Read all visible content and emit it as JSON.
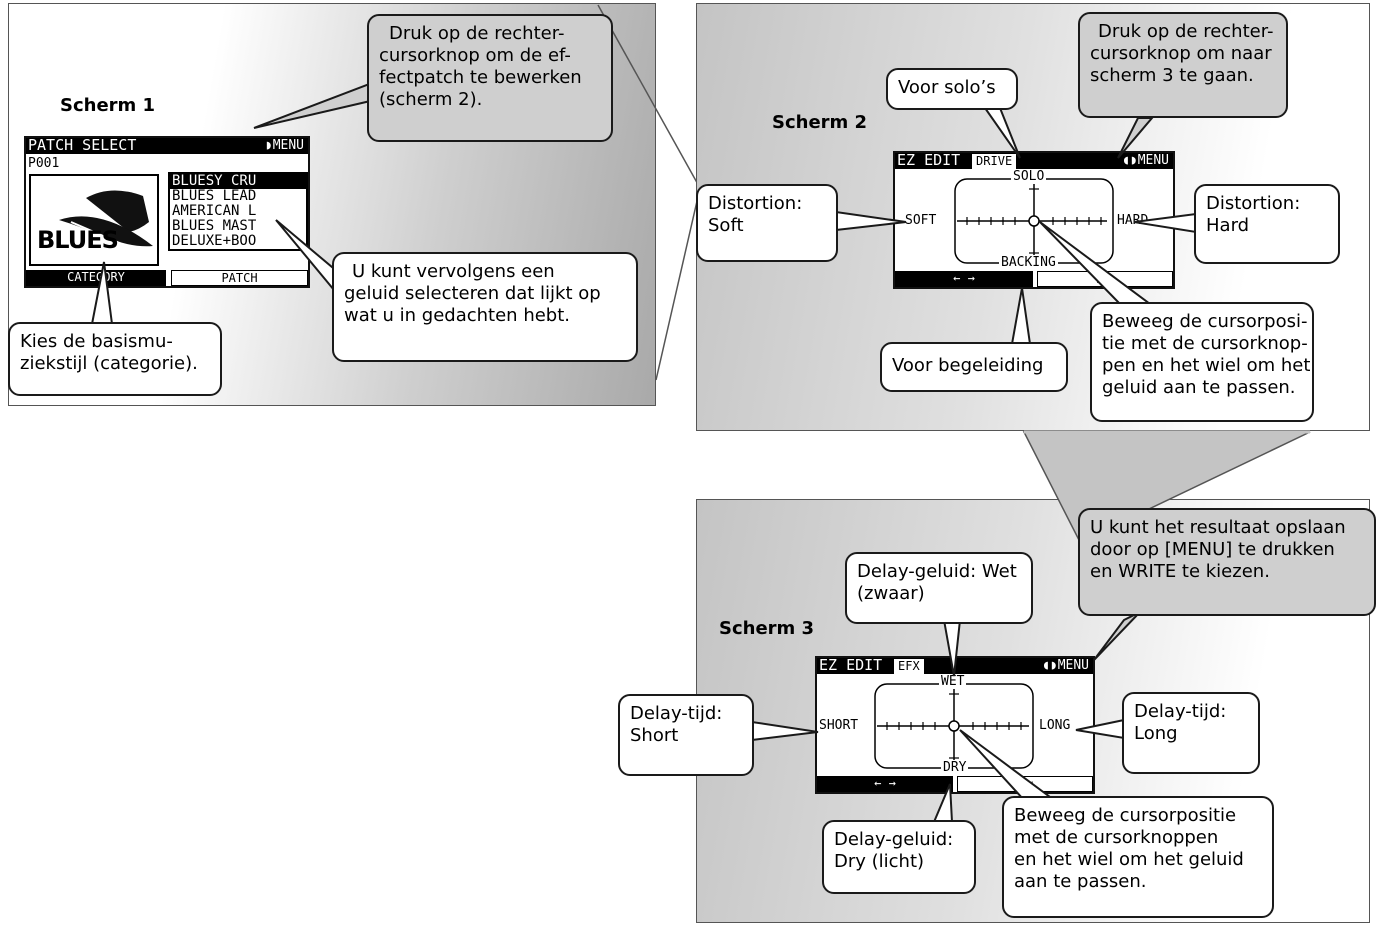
{
  "screen1": {
    "title": "Scherm 1",
    "lcd": {
      "header_left": "PATCH SELECT",
      "header_right": "MENU",
      "patch_no": "P001",
      "logo_text": "BLUES",
      "patches": [
        "BLUESY CRU",
        "BLUES LEAD",
        "AMERICAN L",
        "BLUES MAST",
        "DELUXE+BOO"
      ],
      "footer_left": "CATEGORY",
      "footer_right": "PATCH"
    },
    "callout_top": [
      "Druk op de rechter-",
      "cursorknop om de ef-",
      "fectpatch te bewerken",
      "(scherm 2)."
    ],
    "callout_list": [
      "U kunt vervolgens een",
      "geluid selecteren dat lijkt op",
      "wat u in gedachten hebt."
    ],
    "callout_category": [
      "Kies de basismu-",
      "ziekstijl (categorie)."
    ]
  },
  "screen2": {
    "title": "Scherm 2",
    "lcd": {
      "header_left": "EZ EDIT",
      "header_tab": "DRIVE",
      "header_right": "MENU",
      "label_top": "SOLO",
      "label_bottom": "BACKING",
      "label_left": "SOFT",
      "label_right": "HARD",
      "footer_left": "← →",
      "footer_right": "↑ ↓"
    },
    "callout_next": [
      "Druk op de rechter-",
      "cursorknop om naar",
      "scherm 3 te gaan."
    ],
    "callout_solo": [
      "Voor solo’s"
    ],
    "callout_soft": [
      "Distortion:",
      "Soft"
    ],
    "callout_hard": [
      "Distortion:",
      "Hard"
    ],
    "callout_backing": [
      "Voor begeleiding"
    ],
    "callout_move": [
      "Beweeg de cursorposi-",
      "tie met de cursorknop-",
      "pen en het wiel om het",
      "geluid aan te passen."
    ]
  },
  "screen3": {
    "title": "Scherm 3",
    "lcd": {
      "header_left": "EZ EDIT",
      "header_tab": "EFX",
      "header_right": "MENU",
      "label_top": "WET",
      "label_bottom": "DRY",
      "label_left": "SHORT",
      "label_right": "LONG",
      "footer_left": "← →",
      "footer_right": "↑ ↓"
    },
    "callout_write": [
      "U kunt het resultaat opslaan",
      "door op [MENU] te drukken",
      "en WRITE te kiezen."
    ],
    "callout_wet": [
      "Delay-geluid: Wet",
      "(zwaar)"
    ],
    "callout_short": [
      "Delay-tijd:",
      "Short"
    ],
    "callout_long": [
      "Delay-tijd:",
      "Long"
    ],
    "callout_dry": [
      "Delay-geluid:",
      "Dry (licht)"
    ],
    "callout_move": [
      "Beweeg de cursorpositie",
      "met de cursorknoppen",
      "en het wiel om het geluid",
      "aan te passen."
    ]
  },
  "colors": {
    "panel_gray": "#c4c4c4",
    "callout_gray": "#cfcfcf",
    "outline": "#1a1a1a"
  }
}
